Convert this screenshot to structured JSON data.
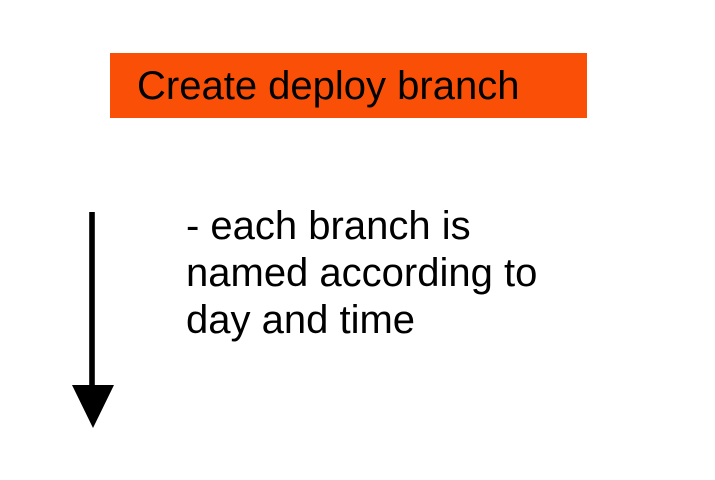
{
  "slide": {
    "background_color": "#ffffff",
    "title": {
      "text": "Create deploy branch",
      "banner_color": "#fa4f06",
      "text_color": "#000000"
    },
    "body": {
      "lines": [
        "- each branch is",
        "named according to",
        "day and time"
      ],
      "text_color": "#000000"
    },
    "arrow": {
      "name": "down-arrow",
      "direction": "down",
      "color": "#000000"
    }
  }
}
